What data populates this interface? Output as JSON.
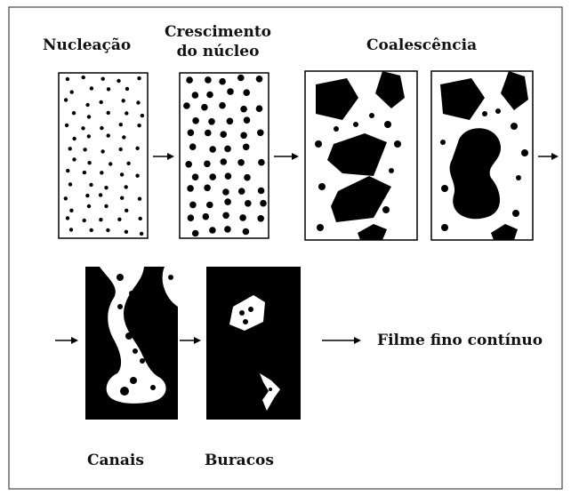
{
  "labels": {
    "nucleation": "Nucleação",
    "growth_line1": "Crescimento",
    "growth_line2": "do núcleo",
    "coalescence": "Coalescência",
    "channels": "Canais",
    "holes": "Buracos",
    "continuous_film": "Filme fino contínuo"
  },
  "colors": {
    "ink": "#000000",
    "paper": "#ffffff",
    "frame": "#444444"
  }
}
